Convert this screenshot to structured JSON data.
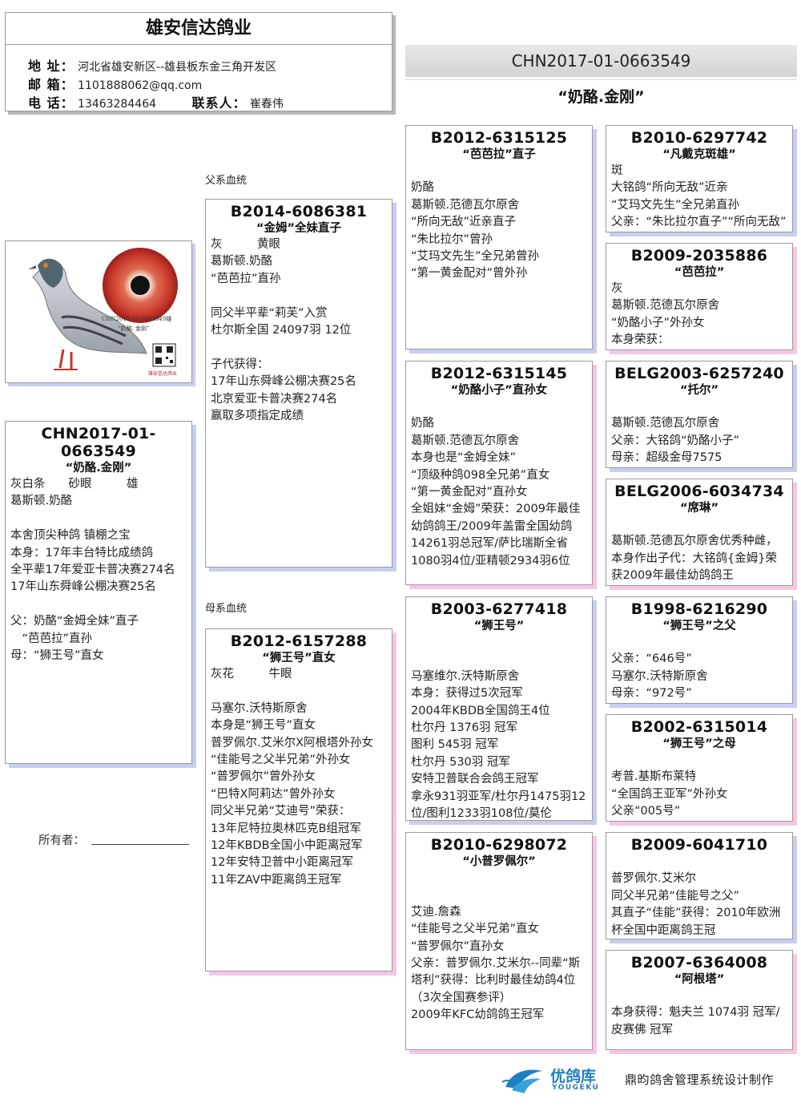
{
  "header": {
    "company": "雄安信达鸽业",
    "address_label": "地 址：",
    "address": "河北省雄安新区--雄县板东金三角开发区",
    "email_label": "邮 箱：",
    "email": "1101888062@qq.com",
    "phone_label": "电 话：",
    "phone": "13463284464",
    "contact_label": "联系人：",
    "contact": "崔春伟"
  },
  "title_ring": "CHN2017-01-0663549",
  "title_name": "“奶酪.金刚”",
  "photo": {
    "caption1": "CHN2017-01-0663549雄",
    "caption2": "“奶酪. 金刚”",
    "logo_text": "雄安信达鸽业"
  },
  "labels": {
    "sire_line": "父系血统",
    "dam_line": "母系血统",
    "owner": "所有者："
  },
  "subject": {
    "ring": "CHN2017-01-0663549",
    "name": "“奶酪.金刚”",
    "text": "灰白条　　砂眼　　　雄\n葛斯顿.奶酪\n\n本舍顶尖种鸽 镇棚之宝\n本身：17年丰台特比成绩鸽\n全平辈17年爱亚卡普决赛274名\n17年山东舜峰公棚决赛25名\n\n父：奶酪“金姆全妹”直子\n　“芭芭拉”直孙\n母：“狮王号”直女"
  },
  "sire": {
    "ring": "B2014-6086381",
    "name": "“金姆”全妹直子",
    "text": "灰　　　黄眼\n葛斯顿.奶酪\n“芭芭拉”直孙\n\n同父半平辈“莉芙”入赏\n杜尔斯全国 24097羽 12位\n\n子代获得：\n17年山东舜峰公棚决赛25名\n北京爱亚卡普决赛274名\n赢取多项指定成绩"
  },
  "dam": {
    "ring": "B2012-6157288",
    "name": "“狮王号”直女",
    "text": "灰花　　　牛眼\n\n马塞尔.沃特斯原舍\n本身是“狮王号”直女\n普罗佩尔.艾米尔X阿根塔外孙女\n“佳能号之父半兄弟”外孙女\n“普罗佩尔”曾外孙女\n“巴特X阿莉达”曾外孙女\n同父半兄弟“艾迪号”荣获：\n13年尼特拉奥林匹克B组冠军\n12年KBDB全国小中距离冠军\n12年安特卫普中小距离冠军\n11年ZAV中距离鸽王冠军"
  },
  "ss": {
    "ring": "B2012-6315125",
    "name": "“芭芭拉”直子",
    "text": "\n奶酪\n葛斯顿.范德瓦尔原舍\n“所向无敌”近亲直子\n“朱比拉尔”曾孙\n“艾玛文先生”全兄弟曾孙\n“第一黄金配对”曾外孙"
  },
  "sd": {
    "ring": "B2012-6315145",
    "name": "“奶酪小子”直孙女",
    "text": "\n奶酪\n葛斯顿.范德瓦尔原舍\n本身也是“金姆全妹”\n“顶级种鸽098全兄弟”直女\n“第一黄金配对”直孙女\n全姐妹“金姆”荣获：2009年最佳幼鸽鸽王/2009年盖雷全国幼鸽14261羽总冠军/萨比瑞斯全省1080羽4位/亚精顿2934羽6位"
  },
  "ds": {
    "ring": "B2003-6277418",
    "name": "“狮王号”",
    "text": "\n\n马塞维尔.沃特斯原舍\n本身：获得过5次冠军\n2004年KBDB全国鸽王4位\n杜尔丹 1376羽 冠军\n图利 545羽 冠军\n杜尔丹 530羽 冠军\n安特卫普联合会鸽王冠军\n拿永931羽亚军/杜尔丹1475羽12位/图利1233羽108位/莫伦"
  },
  "dd": {
    "ring": "B2010-6298072",
    "name": "“小普罗佩尔”",
    "text": "\n\n艾迪.詹森\n“佳能号之父半兄弟”直女\n“普罗佩尔”直孙女\n父亲：普罗佩尔.艾米尔--同辈“斯塔利”获得：比利时最佳幼鸽4位（3次全国赛参评）\n2009年KFC幼鸽鸽王冠军"
  },
  "sss": {
    "ring": "B2010-6297742",
    "name": "“凡戴克斑雄”",
    "text": "斑\n大铭鸽“所向无敌”近亲\n“艾玛文先生”全兄弟直孙\n父亲：“朱比拉尔直子”“所向无敌”"
  },
  "ssd": {
    "ring": "B2009-2035886",
    "name": "“芭芭拉”",
    "text": "灰\n葛斯顿.范德瓦尔原舍\n“奶酪小子”外孙女\n本身荣获："
  },
  "sds": {
    "ring": "BELG2003-6257240",
    "name": "“托尔”",
    "text": "\n葛斯顿.范德瓦尔原舍\n父亲：大铭鸽“奶酪小子”\n母亲：超级金母7575"
  },
  "sdd": {
    "ring": "BELG2006-6034734",
    "name": "“席琳”",
    "text": "\n葛斯顿.范德瓦尔原舍优秀种雌，本身作出子代：大铭鸽{金姆}荣获2009年最佳幼鸽鸽王"
  },
  "dss": {
    "ring": "B1998-6216290",
    "name": "“狮王号”之父",
    "text": "\n父亲：“646号”\n马塞尔.沃特斯原舍\n母亲：“972号”"
  },
  "dsd": {
    "ring": "B2002-6315014",
    "name": "“狮王号”之母",
    "text": "\n考普.基斯布莱特\n“全国鸽王亚军”外孙女\n父亲“005号”"
  },
  "dds": {
    "ring": "B2009-6041710",
    "name": "",
    "text": "\n普罗佩尔.艾米尔\n同父半兄弟“佳能号之父”\n其直子“佳能”获得：2010年欧洲杯全国中距离鸽王冠"
  },
  "ddd": {
    "ring": "B2007-6364008",
    "name": "“阿根塔”",
    "text": "\n本身获得：魁夫兰 1074羽 冠军/皮赛佛 冠军"
  },
  "footer": {
    "brand_cn": "优鸽库",
    "brand_en": "YOUGEKU",
    "credit": "鼎昀鸽舍管理系统设计制作"
  },
  "colors": {
    "shadow_blue": "#c9cdf0",
    "shadow_pink": "#f6c6e4",
    "border": "#9a9a9a",
    "logo_blue": "#1f7fc4"
  }
}
